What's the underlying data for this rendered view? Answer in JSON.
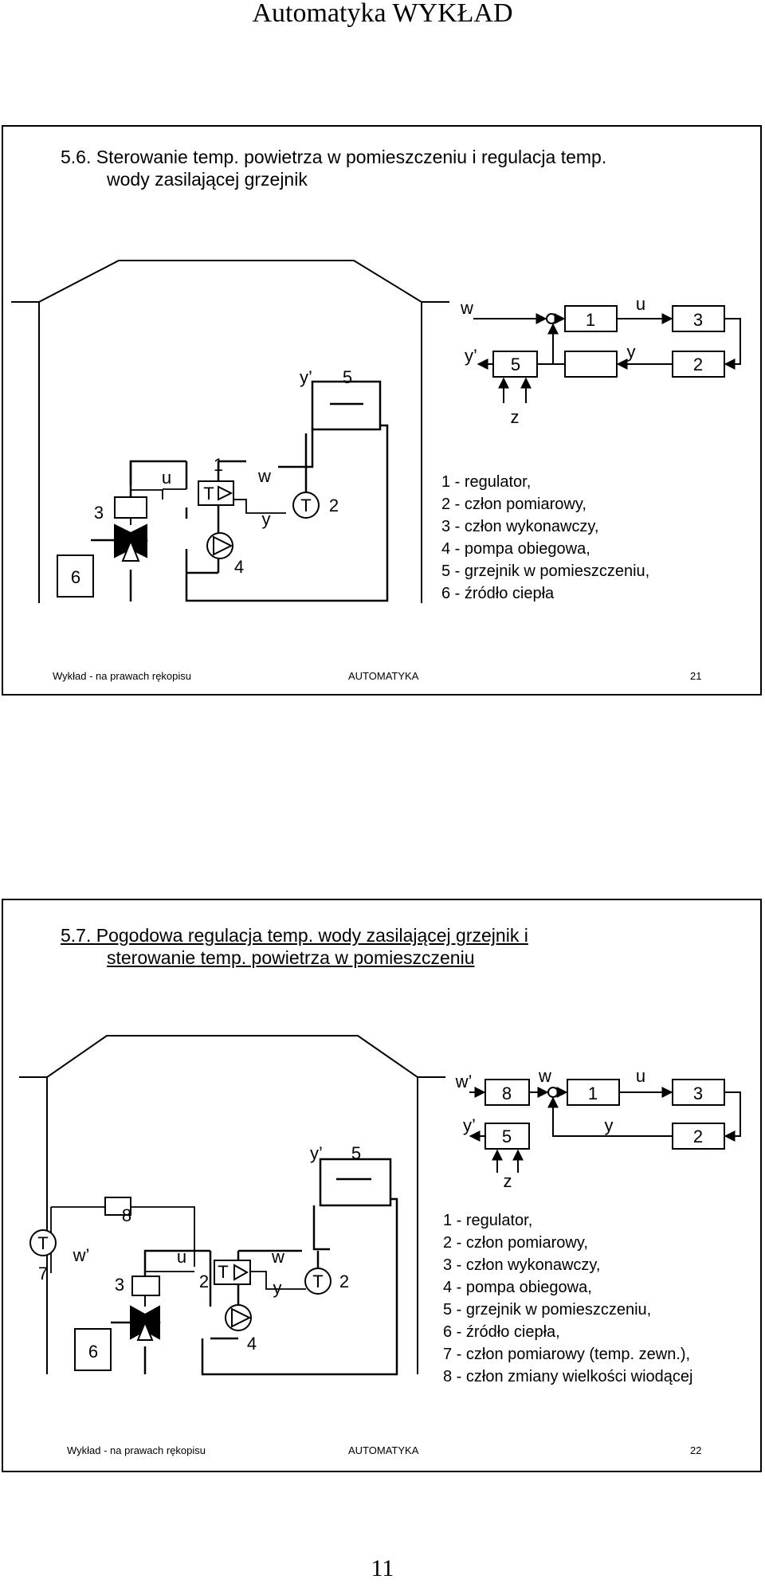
{
  "page_header": "Automatyka WYKŁAD",
  "page_number": "11",
  "slides": [
    {
      "title_line1": "5.6. Sterowanie temp. powietrza w pomieszczeniu i regulacja temp.",
      "title_line2": "wody zasilającej grzejnik",
      "legend": [
        "1 - regulator,",
        "2 - człon pomiarowy,",
        "3 - człon wykonawczy,",
        "4 - pompa obiegowa,",
        "5 - grzejnik w pomieszczeniu,",
        "6 - źródło ciepła"
      ],
      "footer_left": "Wykład - na prawach rękopisu",
      "footer_center": "AUTOMATYKA",
      "footer_right": "21",
      "block": {
        "w": "w",
        "y_prime": "y’",
        "blk5": "5",
        "blk1": "1",
        "u": "u",
        "blk3": "3",
        "y": "y",
        "blk2": "2",
        "z": "z"
      },
      "house": {
        "y_prime": "y’",
        "rad5": "5",
        "u": "u",
        "n1": "1",
        "w": "w",
        "T_ctrl": "T",
        "n3": "3",
        "y": "y",
        "T_sens": "T",
        "n2": "2",
        "n6": "6",
        "n4": "4"
      }
    },
    {
      "title_line1": "5.7. Pogodowa regulacja temp. wody zasilającej grzejnik i",
      "title_line2": "sterowanie temp. powietrza w pomieszczeniu",
      "legend": [
        "1 - regulator,",
        "2 - człon pomiarowy,",
        "3 - człon wykonawczy,",
        "4 - pompa obiegowa,",
        "5 - grzejnik w pomieszczeniu,",
        "6 - źródło ciepła,",
        "7 - człon pomiarowy (temp. zewn.),",
        "8 - człon zmiany wielkości wiodącej"
      ],
      "footer_left": "Wykład - na prawach rękopisu",
      "footer_center": "AUTOMATYKA",
      "footer_right": "22",
      "block": {
        "w_prime": "w’",
        "blk8": "8",
        "w": "w",
        "blk1": "1",
        "u": "u",
        "blk3": "3",
        "y_prime": "y’",
        "blk5": "5",
        "y": "y",
        "blk2": "2",
        "z": "z"
      },
      "house": {
        "y_prime": "y’",
        "rad5": "5",
        "n8": "8",
        "T_out": "T",
        "n7": "7",
        "w_prime": "w’",
        "u": "u",
        "T_ctrl": "T",
        "w": "w",
        "n3": "3",
        "n2a": "2",
        "y": "y",
        "T_sens": "T",
        "n2b": "2",
        "n6": "6",
        "n4": "4"
      }
    }
  ]
}
